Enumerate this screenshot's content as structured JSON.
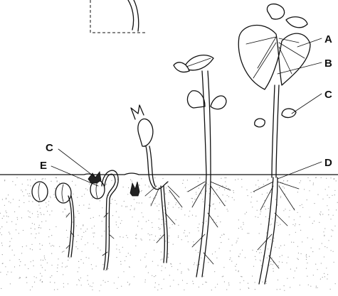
{
  "diagram": {
    "labels": {
      "A": "A",
      "B": "B",
      "C_right": "C",
      "D": "D",
      "C_left": "C",
      "E": "E"
    }
  },
  "colors": {
    "ink": "#111111",
    "background": "#ffffff",
    "soil_speckle": "#9a9a9a"
  }
}
